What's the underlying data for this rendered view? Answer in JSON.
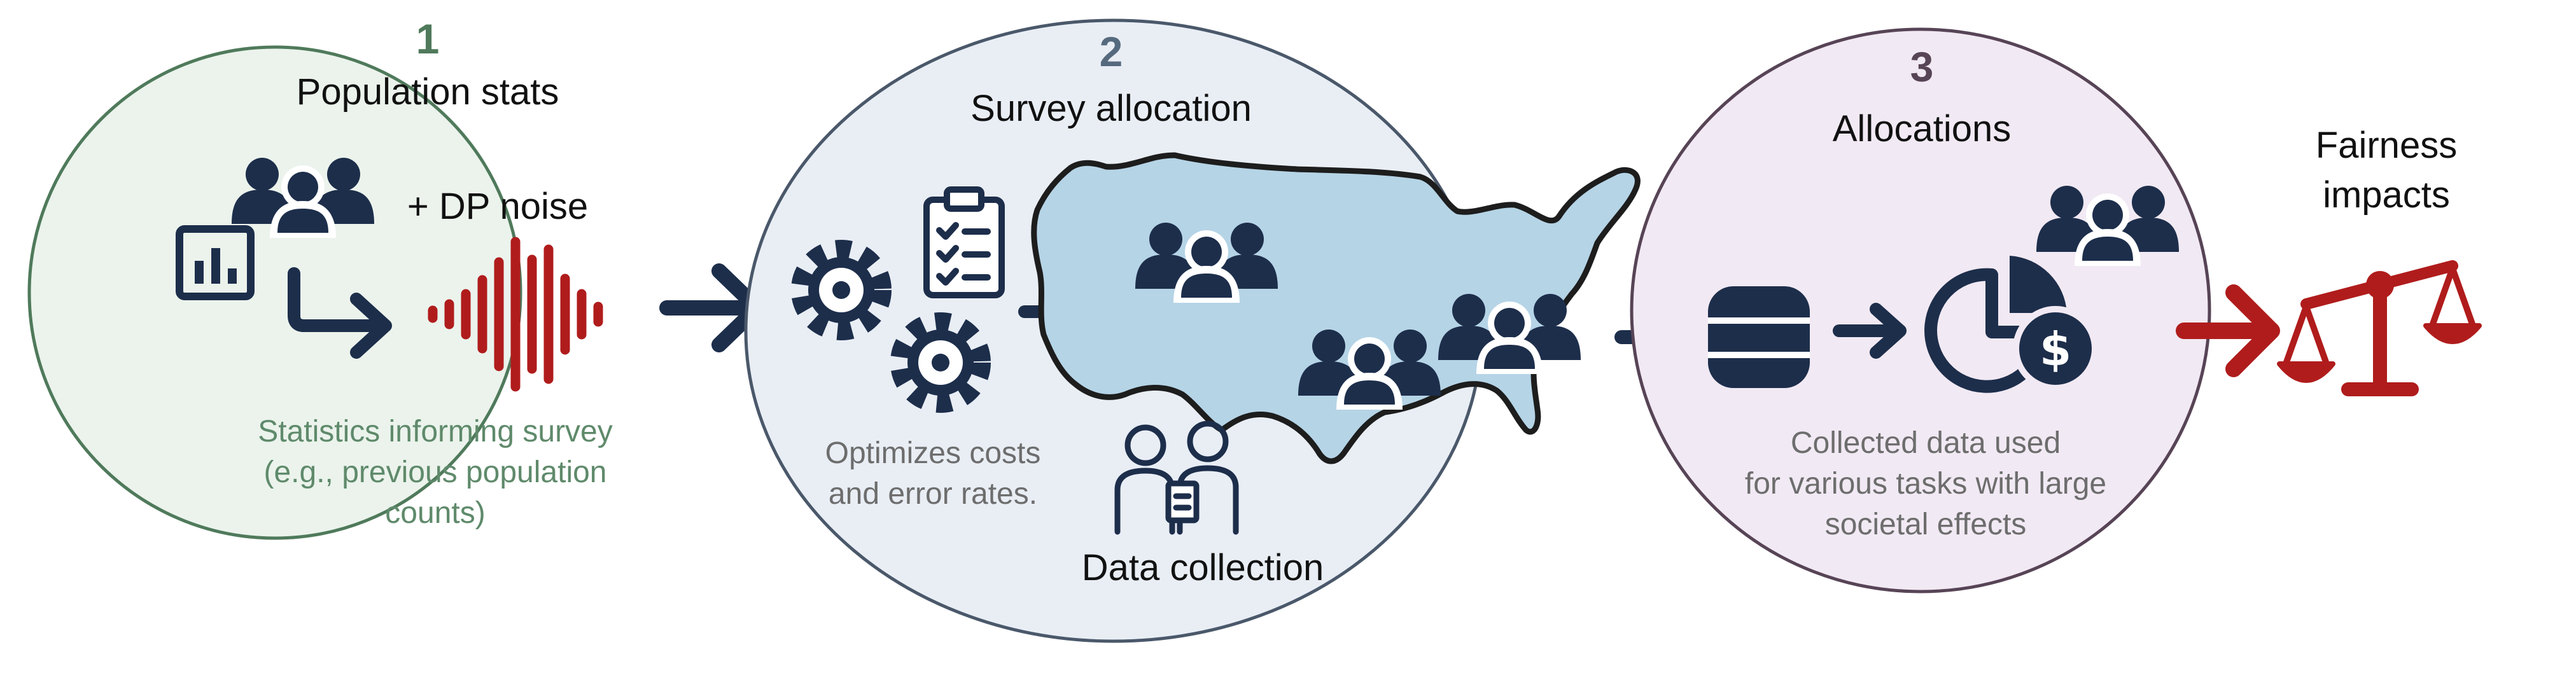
{
  "stages": [
    {
      "number": "1",
      "title": "Population stats",
      "noise_label": "+ DP noise",
      "description_lines": [
        "Statistics informing survey",
        "(e.g., previous population",
        "counts)"
      ]
    },
    {
      "number": "2",
      "title": "Survey allocation",
      "description_lines": [
        "Optimizes costs",
        "and error rates."
      ],
      "data_collection_label": "Data collection"
    },
    {
      "number": "3",
      "title": "Allocations",
      "description_lines": [
        "Collected data used",
        "for various tasks with large",
        "societal effects"
      ]
    }
  ],
  "outcome": {
    "title_lines": [
      "Fairness",
      "impacts"
    ]
  },
  "colors": {
    "stage1_fill": "#ebf3ec",
    "stage1_stroke": "#4f7a5b",
    "stage1_text": "#5f8a6b",
    "stage2_fill": "#e9eef5",
    "stage2_stroke": "#4a586a",
    "stage2_number": "#566a7e",
    "stage3_fill": "#f1e9f3",
    "stage3_stroke": "#574456",
    "stage3_number": "#574456",
    "icon_navy": "#1d2e4b",
    "accent_red": "#b01c1c",
    "map_fill": "#b5d4e6",
    "desc_gray": "#6d6d6d"
  },
  "icons": [
    "group-icon",
    "bar-chart-icon",
    "arrow-curve-icon",
    "waveform-icon",
    "gears-icon",
    "clipboard-checklist-icon",
    "us-map-icon",
    "interviewers-icon",
    "database-icon",
    "pie-chart-dollar-icon",
    "scales-icon"
  ]
}
